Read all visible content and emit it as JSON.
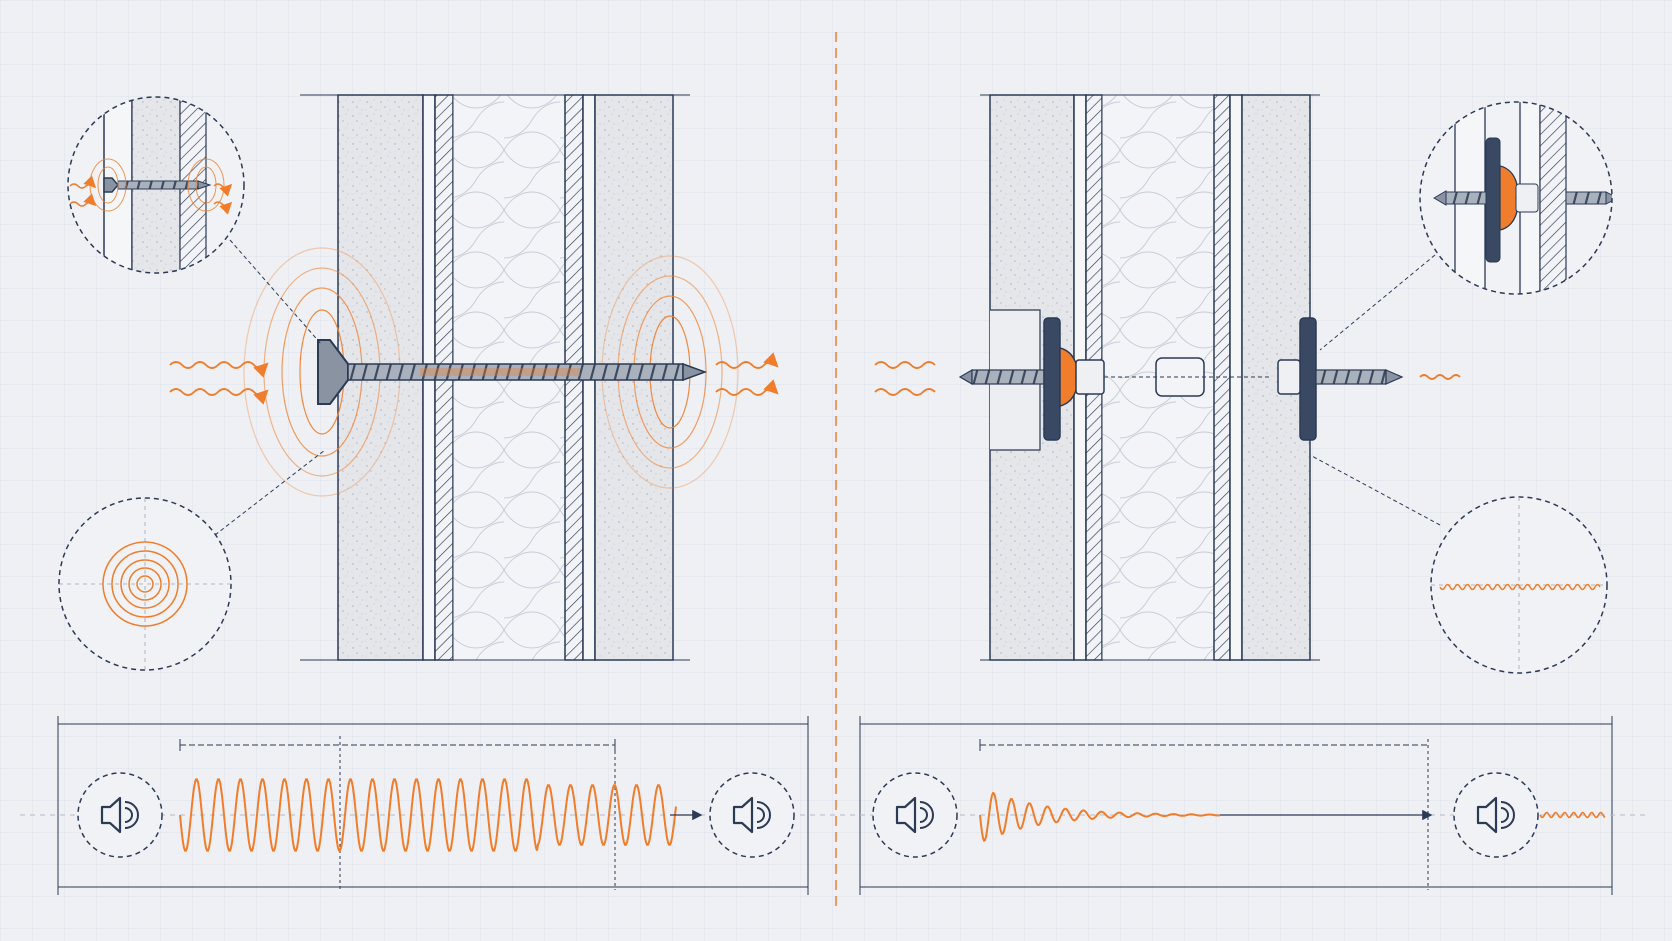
{
  "colors": {
    "background": "#eef0f4",
    "grid": "#dde2ea",
    "ink": "#2b3a55",
    "accent": "#f07d2c",
    "board": "#e3e5e9",
    "metal": "#7d8797"
  },
  "panels": {
    "left": {
      "fastener": "rigid-screw",
      "detail_top": "screw-vibration-detail",
      "detail_bottom": "vibration-rings-detail",
      "speaker_in": "speaker-icon",
      "speaker_out": "speaker-icon",
      "signal": "high-amplitude-wave"
    },
    "right": {
      "fastener": "decoupled-screw-with-isolator",
      "detail_top": "isolator-detail",
      "detail_bottom": "flat-wave-detail",
      "speaker_in": "speaker-icon",
      "speaker_out": "speaker-icon",
      "signal": "decaying-wave"
    }
  }
}
